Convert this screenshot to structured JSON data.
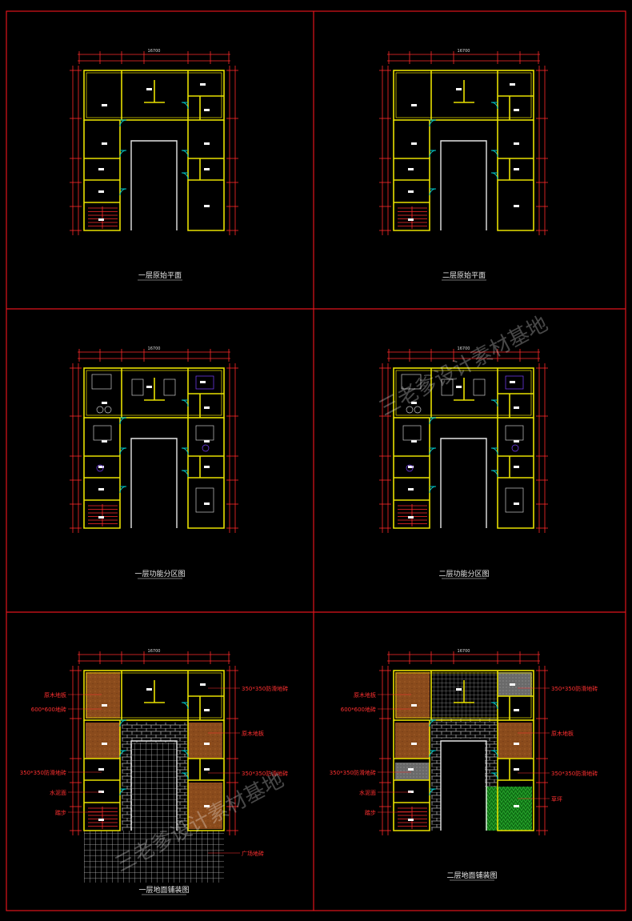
{
  "sheet": {
    "watermark": "三老爹设计素材基地",
    "dimension_total": "16700",
    "panels": [
      {
        "id": "p1",
        "title": "一层原始平面",
        "variant": "original",
        "floor": 1
      },
      {
        "id": "p2",
        "title": "二层原始平面",
        "variant": "original",
        "floor": 2
      },
      {
        "id": "p3",
        "title": "一层功能分区图",
        "variant": "function",
        "floor": 1
      },
      {
        "id": "p4",
        "title": "二层功能分区图",
        "variant": "function",
        "floor": 2
      },
      {
        "id": "p5",
        "title": "一层地面铺装图",
        "variant": "paving",
        "floor": 1
      },
      {
        "id": "p6",
        "title": "二层地面铺装图",
        "variant": "paving",
        "floor": 2
      }
    ],
    "paving_labels_floor1": {
      "left": [
        "原木地板",
        "600*600地砖",
        "350*350防滑地砖",
        "水泥面",
        "踏步"
      ],
      "right": [
        "350*350防滑地砖",
        "原木地板",
        "350*350防滑地砖",
        "广场地砖"
      ]
    },
    "paving_labels_floor2": {
      "left": [
        "原木地板",
        "600*600地砖",
        "350*350防滑地砖",
        "水泥面",
        "踏步"
      ],
      "right": [
        "350*350防滑地砖",
        "原木地板",
        "350*350防滑地砖",
        "草坪"
      ]
    },
    "colors": {
      "frame": "#e0141c",
      "wall": "#e8e000",
      "dim": "#ff2a2a",
      "door": "#00c0c0",
      "wood": "#8a4b1c",
      "grass": "#1f8a1f",
      "furniture": "#7a40ff"
    }
  }
}
